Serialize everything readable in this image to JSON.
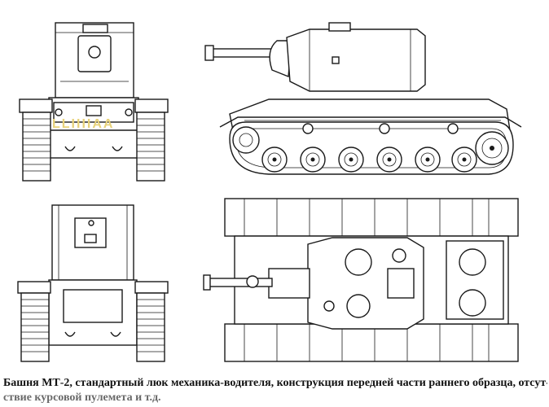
{
  "caption": {
    "line1": "Башня МТ-2, стандартный люк механика-водителя, конструкция передней части раннего образца, отсут-",
    "line2": "ствие курсовой пулемета и т.д."
  },
  "views": [
    {
      "id": "front",
      "name": "front-view"
    },
    {
      "id": "side",
      "name": "side-view"
    },
    {
      "id": "rear",
      "name": "rear-view"
    },
    {
      "id": "top",
      "name": "top-view"
    }
  ],
  "colors": {
    "ink": "#1a1a1a",
    "paper": "#ffffff",
    "watermark": "#e8d27a"
  }
}
